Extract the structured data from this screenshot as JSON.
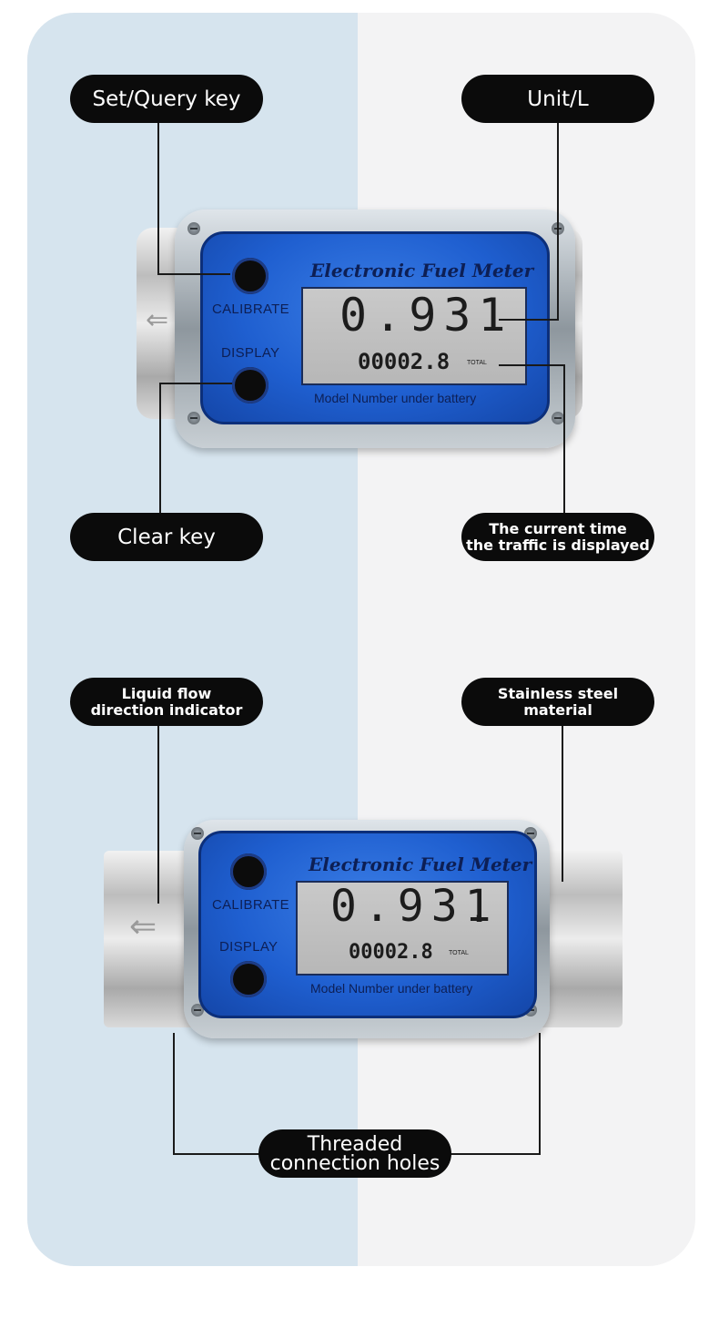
{
  "labels": {
    "set_query_key": "Set/Query key",
    "unit": "Unit/L",
    "clear_key": "Clear key",
    "current_time": "The current time\nthe traffic is displayed",
    "flow_direction": "Liquid flow\ndirection indicator",
    "stainless": "Stainless steel\nmaterial",
    "threaded": "Threaded\nconnection holes"
  },
  "meter": {
    "title": "Electronic Fuel Meter",
    "calibrate": "CALIBRATE",
    "display": "DISPLAY",
    "reading": "0.931",
    "unit": "L",
    "total": "00002.8",
    "total_label": "TOTAL",
    "model": "Model Number under battery"
  },
  "colors": {
    "left_panel": "#d6e4ee",
    "right_panel": "#f3f3f4",
    "face_blue": "#1f5fd0",
    "pill": "#0b0b0b"
  },
  "icons": {
    "flow_arrow": "left-arrow-icon"
  }
}
